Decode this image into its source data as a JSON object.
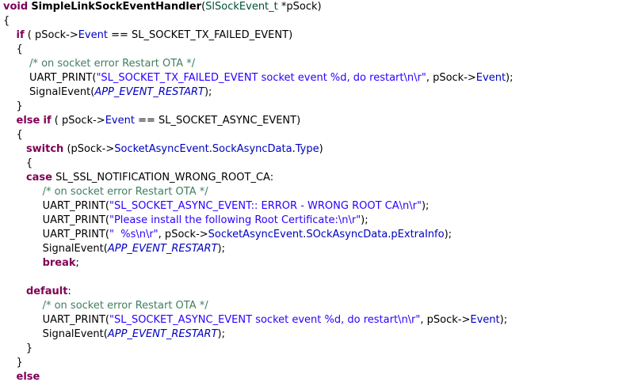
{
  "editor": {
    "language": "c",
    "lines": [
      [
        [
          "kw",
          "void"
        ],
        [
          "plain",
          " "
        ],
        [
          "fn",
          "SimpleLinkSockEventHandler"
        ],
        [
          "plain",
          "("
        ],
        [
          "type",
          "SlSockEvent_t"
        ],
        [
          "plain",
          " *pSock)"
        ]
      ],
      [
        [
          "plain",
          "{"
        ]
      ],
      [
        [
          "plain",
          "    "
        ],
        [
          "kw",
          "if"
        ],
        [
          "plain",
          " ( pSock->"
        ],
        [
          "field",
          "Event"
        ],
        [
          "plain",
          " == SL_SOCKET_TX_FAILED_EVENT)"
        ]
      ],
      [
        [
          "plain",
          "    {"
        ]
      ],
      [
        [
          "plain",
          "        "
        ],
        [
          "cmt",
          "/* on socket error Restart OTA */"
        ]
      ],
      [
        [
          "plain",
          "        UART_PRINT("
        ],
        [
          "str",
          "\"SL_SOCKET_TX_FAILED_EVENT socket event %d, do restart\\n\\r\""
        ],
        [
          "plain",
          ", pSock->"
        ],
        [
          "field",
          "Event"
        ],
        [
          "plain",
          ");"
        ]
      ],
      [
        [
          "plain",
          "        SignalEvent("
        ],
        [
          "macro",
          "APP_EVENT_RESTART"
        ],
        [
          "plain",
          ");"
        ]
      ],
      [
        [
          "plain",
          "    }"
        ]
      ],
      [
        [
          "plain",
          "    "
        ],
        [
          "kw",
          "else"
        ],
        [
          "plain",
          " "
        ],
        [
          "kw",
          "if"
        ],
        [
          "plain",
          " ( pSock->"
        ],
        [
          "field",
          "Event"
        ],
        [
          "plain",
          " == SL_SOCKET_ASYNC_EVENT)"
        ]
      ],
      [
        [
          "plain",
          "    {"
        ]
      ],
      [
        [
          "plain",
          "       "
        ],
        [
          "kw",
          "switch"
        ],
        [
          "plain",
          " (pSock->"
        ],
        [
          "field",
          "SocketAsyncEvent"
        ],
        [
          "plain",
          "."
        ],
        [
          "field",
          "SockAsyncData"
        ],
        [
          "plain",
          "."
        ],
        [
          "field",
          "Type"
        ],
        [
          "plain",
          ")"
        ]
      ],
      [
        [
          "plain",
          "       {"
        ]
      ],
      [
        [
          "plain",
          "       "
        ],
        [
          "kw",
          "case"
        ],
        [
          "plain",
          " SL_SSL_NOTIFICATION_WRONG_ROOT_CA:"
        ]
      ],
      [
        [
          "plain",
          "            "
        ],
        [
          "cmt",
          "/* on socket error Restart OTA */"
        ]
      ],
      [
        [
          "plain",
          "            UART_PRINT("
        ],
        [
          "str",
          "\"SL_SOCKET_ASYNC_EVENT:: ERROR - WRONG ROOT CA\\n\\r\""
        ],
        [
          "plain",
          ");"
        ]
      ],
      [
        [
          "plain",
          "            UART_PRINT("
        ],
        [
          "str",
          "\"Please install the following Root Certificate:\\n\\r\""
        ],
        [
          "plain",
          ");"
        ]
      ],
      [
        [
          "plain",
          "            UART_PRINT("
        ],
        [
          "str",
          "\"  %s\\n\\r\""
        ],
        [
          "plain",
          ", pSock->"
        ],
        [
          "field",
          "SocketAsyncEvent"
        ],
        [
          "plain",
          "."
        ],
        [
          "field",
          "SOckAsyncData"
        ],
        [
          "plain",
          "."
        ],
        [
          "field",
          "pExtraInfo"
        ],
        [
          "plain",
          ");"
        ]
      ],
      [
        [
          "plain",
          "            SignalEvent("
        ],
        [
          "macro",
          "APP_EVENT_RESTART"
        ],
        [
          "plain",
          ");"
        ]
      ],
      [
        [
          "plain",
          "            "
        ],
        [
          "kw",
          "break"
        ],
        [
          "plain",
          ";"
        ]
      ],
      [],
      [
        [
          "plain",
          "       "
        ],
        [
          "kw",
          "default"
        ],
        [
          "plain",
          ":"
        ]
      ],
      [
        [
          "plain",
          "            "
        ],
        [
          "cmt",
          "/* on socket error Restart OTA */"
        ]
      ],
      [
        [
          "plain",
          "            UART_PRINT("
        ],
        [
          "str",
          "\"SL_SOCKET_ASYNC_EVENT socket event %d, do restart\\n\\r\""
        ],
        [
          "plain",
          ", pSock->"
        ],
        [
          "field",
          "Event"
        ],
        [
          "plain",
          ");"
        ]
      ],
      [
        [
          "plain",
          "            SignalEvent("
        ],
        [
          "macro",
          "APP_EVENT_RESTART"
        ],
        [
          "plain",
          ");"
        ]
      ],
      [
        [
          "plain",
          "       }"
        ]
      ],
      [
        [
          "plain",
          "    }"
        ]
      ],
      [
        [
          "plain",
          "    "
        ],
        [
          "kw",
          "else"
        ]
      ]
    ]
  }
}
